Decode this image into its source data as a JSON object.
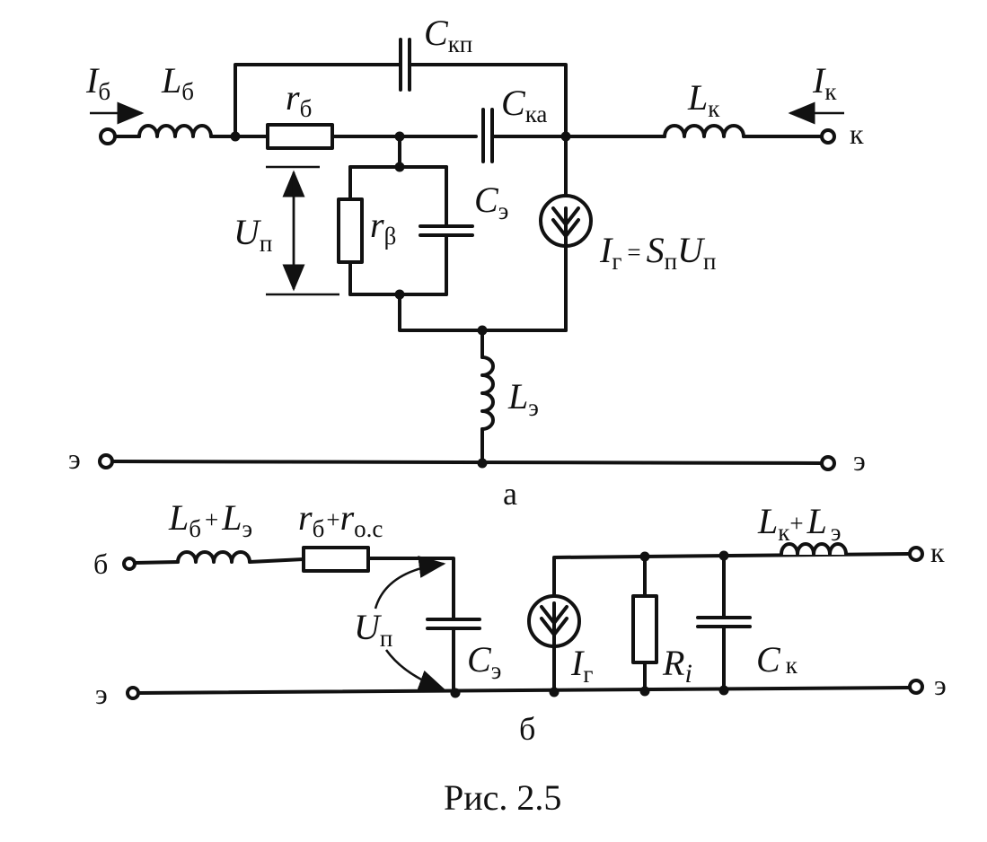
{
  "diagram_a": {
    "input_current": {
      "sym": "I",
      "sub": "б"
    },
    "base_inductance": {
      "sym": "L",
      "sub": "б"
    },
    "base_resistance": {
      "sym": "r",
      "sub": "б"
    },
    "cap_kp": {
      "sym": "C",
      "sub": "кп"
    },
    "cap_ka": {
      "sym": "C",
      "sub": "ка"
    },
    "collector_inductance": {
      "sym": "L",
      "sub": "к"
    },
    "output_current": {
      "sym": "I",
      "sub": "к"
    },
    "terminal_k": "к",
    "voltage": {
      "sym": "U",
      "sub": "п"
    },
    "r_beta": {
      "sym": "r",
      "sub": "β"
    },
    "cap_e": {
      "sym": "C",
      "sub": "э"
    },
    "generator": {
      "i": "I",
      "i_sub": "г",
      "eq": "=",
      "s": "S",
      "s_sub": "п",
      "u": "U",
      "u_sub": "п"
    },
    "emitter_inductance": {
      "sym": "L",
      "sub": "э"
    },
    "terminal_e_left": "э",
    "terminal_e_right": "э",
    "caption": "а"
  },
  "diagram_b": {
    "terminal_b": "б",
    "terminal_e_left": "э",
    "series_l": {
      "sym1": "L",
      "sub1": "б",
      "plus": "+",
      "sym2": "L",
      "sub2": "э"
    },
    "series_r": {
      "sym1": "r",
      "sub1": "б",
      "plus": "+",
      "sym2": "r",
      "sub2": "о.с"
    },
    "voltage": {
      "sym": "U",
      "sub": "п"
    },
    "cap_e": {
      "sym": "C",
      "sub": "э"
    },
    "generator": {
      "sym": "I",
      "sub": "г"
    },
    "resistor": {
      "sym": "R",
      "sub": "i"
    },
    "cap_k": {
      "sym": "C",
      "sub": "к"
    },
    "series_l_out": {
      "sym1": "L",
      "sub1": "к",
      "plus": "+",
      "sym2": "L",
      "sub2": "э"
    },
    "terminal_k": "к",
    "terminal_e_right": "э",
    "caption": "б"
  },
  "figure_caption": "Рис. 2.5"
}
